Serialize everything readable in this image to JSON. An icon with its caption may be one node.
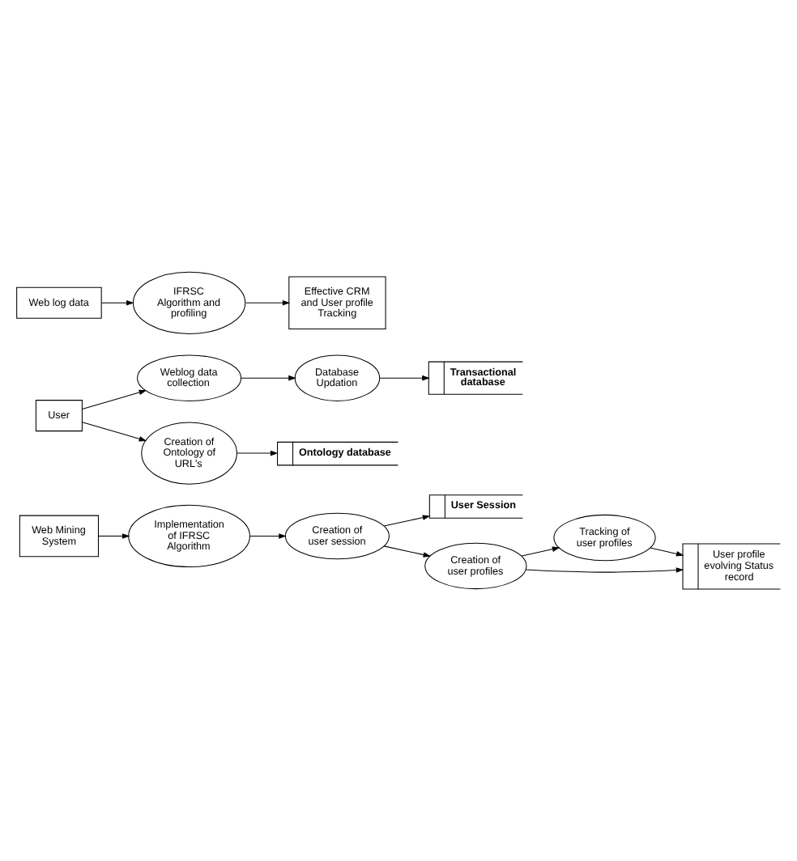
{
  "diagram": {
    "nodes": [
      {
        "text": [
          "Web log data"
        ]
      },
      {
        "text": [
          "IFRSC Algorithm and profiling"
        ]
      },
      {
        "text": [
          "Effective CRM and User profile Tracking"
        ]
      },
      {
        "text": [
          "User"
        ]
      },
      {
        "text": [
          "Weblog data collection"
        ]
      },
      {
        "text": [
          "Database Updation"
        ]
      },
      {
        "text": [
          "Transactional database"
        ]
      },
      {
        "text": [
          "Creation of Ontology of URL's"
        ]
      },
      {
        "text": [
          "Ontology database"
        ]
      },
      {
        "text": [
          "Web Mining System"
        ]
      },
      {
        "text": [
          "Implementation of IFRSC Algorithm"
        ]
      },
      {
        "text": [
          "Creation of user session"
        ]
      },
      {
        "text": [
          "User Session"
        ]
      },
      {
        "text": [
          "Creation of user profiles"
        ]
      },
      {
        "text": [
          "Tracking of user profiles"
        ]
      },
      {
        "text": [
          "User profile evolving Status record"
        ]
      }
    ],
    "edges": [
      {
        "from": 0,
        "to": 1,
        "arrow": "to"
      },
      {
        "from": 1,
        "to": 2,
        "arrow": "to"
      },
      {
        "from": 3,
        "to": 4,
        "arrow": "to"
      },
      {
        "from": 3,
        "to": 7,
        "arrow": "to"
      },
      {
        "from": 4,
        "to": 5,
        "arrow": "to"
      },
      {
        "from": 5,
        "to": 6,
        "arrow": "to"
      },
      {
        "from": 7,
        "to": 8,
        "arrow": "to"
      },
      {
        "from": 9,
        "to": 10,
        "arrow": "to"
      },
      {
        "from": 10,
        "to": 11,
        "arrow": "to"
      },
      {
        "from": 11,
        "to": 12,
        "arrow": "to"
      },
      {
        "from": 11,
        "to": 13,
        "arrow": "to"
      },
      {
        "from": 13,
        "to": 15,
        "arrow": "to"
      },
      {
        "from": 13,
        "to": 14,
        "arrow": "to"
      },
      {
        "from": 14,
        "to": 15,
        "arrow": "to"
      }
    ]
  }
}
